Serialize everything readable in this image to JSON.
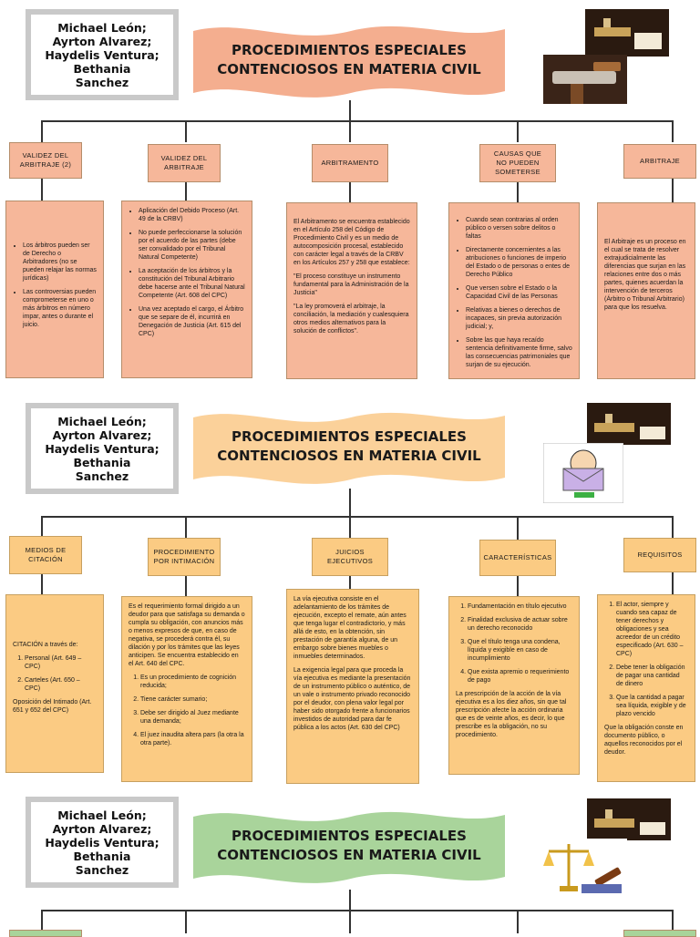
{
  "authors": "Michael León;\nAyrton Alvarez;\nHaydelis Ventura;\nBethania\nSanchez",
  "banner_title": "PROCEDIMIENTOS ESPECIALES\nCONTENCIOSOS EN MATERIA CIVIL",
  "colors": {
    "banner1": "#f4ae8f",
    "banner2": "#fbd19a",
    "banner3": "#a9d49b",
    "box1": "#f6b79a",
    "box2": "#fbcb83"
  },
  "section1": {
    "headers": [
      "VALIDEZ DEL\nARBITRAJE (2)",
      "VALIDEZ DEL\nARBITRAJE",
      "ARBITRAMENTO",
      "CAUSAS QUE\nNO PUEDEN\nSOMETERSE",
      "ARBITRAJE"
    ],
    "col1": [
      "Los árbitros pueden ser de Derecho o Arbitradores (no se pueden relajar las normas jurídicas)",
      "Las controversias pueden comprometerse en uno o más árbitros en número impar, antes o durante el juicio."
    ],
    "col2": [
      "Aplicación del Debido Proceso (Art. 49 de la CRBV)",
      "No puede perfeccionarse la solución por el acuerdo de las partes (debe ser convalidado por el Tribunal Natural Competente)",
      "La aceptación de los árbitros y la constitución del Tribunal Arbitrario debe hacerse ante el Tribunal Natural Competente (Art. 608 del CPC)",
      "Una vez aceptado el cargo, el Árbitro que se separe de él, incurrirá en Denegación de Justicia (Art. 615 del CPC)"
    ],
    "col3": [
      "El Arbitramento se encuentra establecido en el Artículo 258 del Código de Procedimiento Civil y es un medio de autocomposición procesal, establecido con carácter legal a través de la CRBV en los Artículos 257 y 258 que establece:",
      "\"El proceso constituye un instrumento fundamental para la Administración de la Justicia\"",
      "\"La ley promoverá el arbitraje, la conciliación, la mediación y cualesquiera otros medios alternativos para la solución de conflictos\"."
    ],
    "col4": [
      "Cuando sean contrarias al orden público o versen sobre delitos o faltas",
      "Directamente concernientes a las atribuciones o funciones de imperio del Estado o de personas o entes de Derecho Público",
      "Que versen sobre el Estado o la Capacidad Civil de las Personas",
      "Relativas a bienes o derechos de incapaces, sin previa autorización judicial; y,",
      "Sobre las que haya recaído sentencia definitivamente firme, salvo las consecuencias patrimoniales que surjan de su ejecución."
    ],
    "col5": "El Arbitraje es un proceso en el cual se trata de resolver extrajudicialmente las diferencias que surjan en las relaciones entre dos o más partes, quienes acuerdan la intervención de terceros (Árbitro o Tribunal Arbitrario) para que los resuelva."
  },
  "section2": {
    "headers": [
      "MEDIOS DE\nCITACIÓN",
      "PROCEDIMIENTO\nPOR INTIMACIÓN",
      "JUICIOS\nEJECUTIVOS",
      "CARACTERÍSTICAS",
      "REQUISITOS"
    ],
    "col1": {
      "intro": "CITACIÓN a través de:",
      "items": [
        "Personal (Art. 649 – CPC)",
        "Carteles (Art. 650 – CPC)"
      ],
      "outro": "Oposición del Intimado (Art. 651 y 652 del CPC)"
    },
    "col2": {
      "intro": "Es el requerimiento formal dirigido a un deudor para que satisfaga su demanda o cumpla su obligación, con anuncios más o menos expresos de que, en caso de negativa, se procederá contra él, su dilación y por los trámites que las leyes anticipen. Se encuentra establecido en el Art. 640 del CPC.",
      "items": [
        "Es un procedimiento de cognición reducida;",
        "Tiene carácter sumario;",
        "Debe ser dirigido al Juez mediante una demanda;",
        "El juez inaudita altera pars (la otra la otra parte)."
      ]
    },
    "col3": [
      "La vía ejecutiva consiste en el adelantamiento de los trámites de ejecución, excepto el remate, aún antes que tenga lugar el contradictorio, y más allá de esto, en la obtención, sin prestación de garantía alguna, de un embargo sobre bienes muebles o inmuebles determinados.",
      "La exigencia legal para que proceda la vía ejecutiva es mediante la presentación de un instrumento público o auténtico, de un vale o instrumento privado reconocido por el deudor, con plena valor legal por haber sido otorgado frente a funcionarios investidos de autoridad para dar fe pública a los actos (Art. 630 del CPC)"
    ],
    "col4": {
      "items": [
        "Fundamentación en título ejecutivo",
        "Finalidad exclusiva de actuar sobre un derecho reconocido",
        "Que el título tenga una condena, líquida y exigible en caso de incumplimiento",
        "Que exista apremio o requerimiento de pago"
      ],
      "outro": "La prescripción de la acción de la vía ejecutiva es a los diez años, sin que tal prescripción afecte la acción ordinaria que es de veinte años, es decir, lo que prescribe es la obligación, no su procedimiento."
    },
    "col5": {
      "items": [
        "El actor, siempre y cuando sea capaz de tener derechos y obligaciones y sea acreedor de un crédito especificado (Art. 630 – CPC)",
        "Debe tener la obligación de pagar una cantidad de dinero",
        "Que la cantidad a pagar sea líquida, exigible y de plazo vencido"
      ],
      "outro": "Que la obligación conste en documento público, o aquellos reconocidos por el deudor."
    }
  }
}
